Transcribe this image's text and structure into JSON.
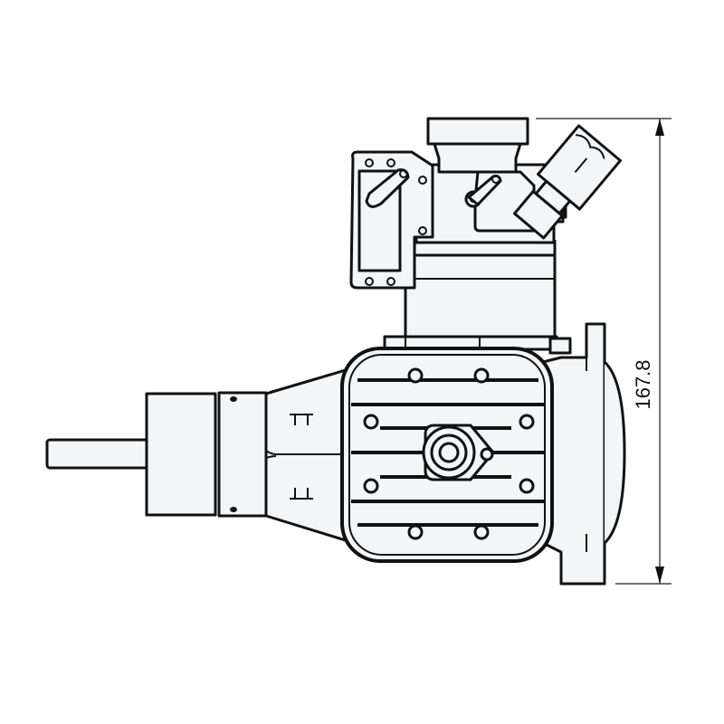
{
  "drawing": {
    "subject": "engine side view",
    "colors": {
      "fill": "#f4f5f7",
      "line": "#111111",
      "dimension": "#444444"
    }
  },
  "dimensions": {
    "height": {
      "value": "167.8",
      "orientation": "vertical"
    }
  }
}
